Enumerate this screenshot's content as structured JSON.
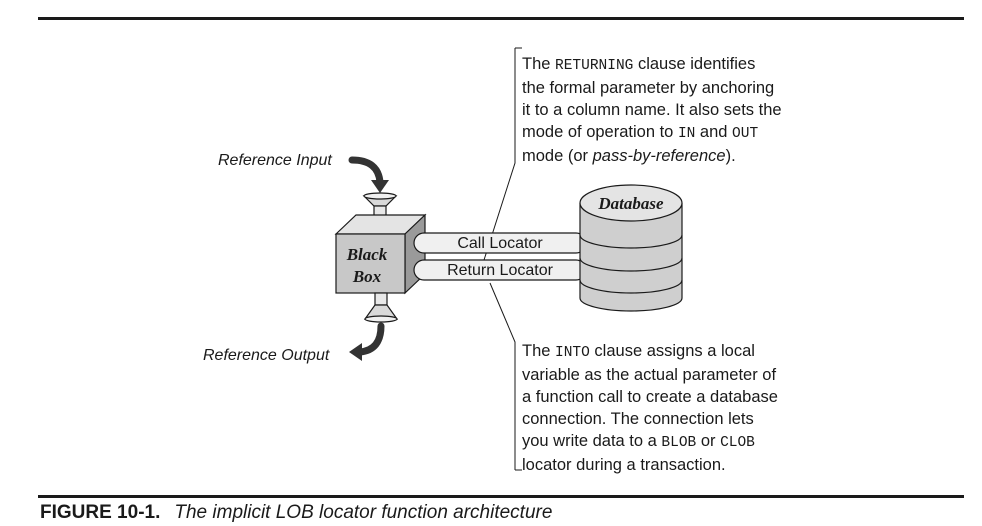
{
  "labels": {
    "reference_input": "Reference Input",
    "reference_output": "Reference Output",
    "black_box_line1": "Black",
    "black_box_line2": "Box",
    "database": "Database",
    "call_locator": "Call Locator",
    "return_locator": "Return Locator"
  },
  "top_note": {
    "line1_a": "The ",
    "line1_code": "RETURNING",
    "line1_b": " clause identifies",
    "line2": "the formal parameter by anchoring",
    "line3": "it to a column name. It also sets the",
    "line4_a": "mode of operation to ",
    "line4_code1": "IN",
    "line4_b": " and ",
    "line4_code2": "OUT",
    "line5_a": "mode (or ",
    "line5_it": "pass-by-reference",
    "line5_b": ")."
  },
  "bottom_note": {
    "line1_a": "The ",
    "line1_code": "INTO",
    "line1_b": " clause assigns a local",
    "line2": "variable as the actual parameter of",
    "line3": "a function call to create a database",
    "line4": "connection. The connection lets",
    "line5_a": "you write data to a ",
    "line5_code1": "BLOB",
    "line5_b": " or ",
    "line5_code2": "CLOB",
    "line6": "locator during a transaction."
  },
  "caption": {
    "number": "FIGURE 10-1.",
    "text": "The implicit LOB locator function architecture"
  },
  "colors": {
    "box_front": "#c8c8c8",
    "box_top": "#e4e4e4",
    "box_side": "#9a9a9a",
    "pipe": "#f0f0f0",
    "db_side": "#cfcfcf",
    "ink": "#1a1a1a"
  }
}
